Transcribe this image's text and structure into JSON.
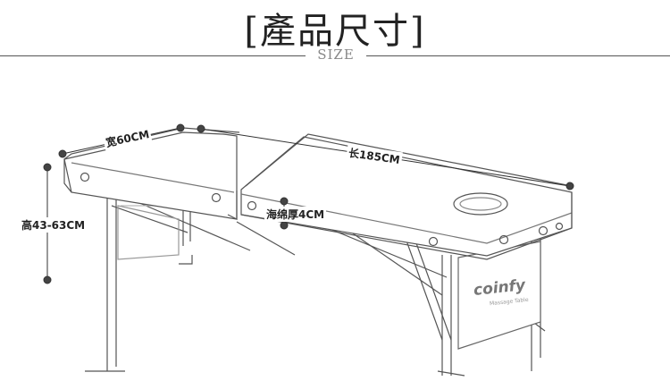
{
  "header": {
    "title": "[產品尺寸]",
    "subtitle": "SIZE"
  },
  "dimensions": {
    "width": "宽60CM",
    "length": "长185CM",
    "height": "高43-63CM",
    "foam": "海绵厚4CM"
  },
  "brand": {
    "name": "coinfy",
    "tagline": "Massage Table"
  },
  "colors": {
    "line": "#333333",
    "dot": "#444444",
    "sketch": "#555555"
  }
}
